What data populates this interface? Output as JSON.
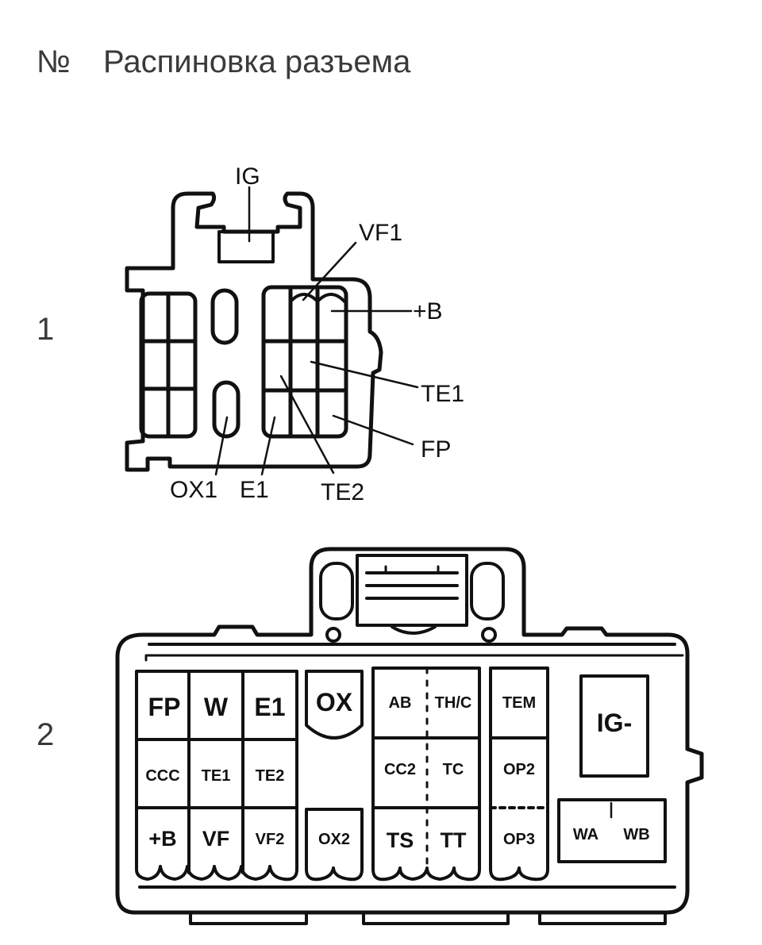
{
  "header": {
    "number": "№",
    "title": "Распиновка разъема"
  },
  "rows": [
    {
      "number": "1",
      "labels": {
        "ig": "IG",
        "vf1": "VF1",
        "plus_b": "+B",
        "te1": "TE1",
        "fp": "FP",
        "ox1": "OX1",
        "e1": "E1",
        "te2": "TE2"
      }
    },
    {
      "number": "2",
      "cells": {
        "fp": "FP",
        "w": "W",
        "e1": "E1",
        "ox": "OX",
        "ab": "AB",
        "th_c": "TH/C",
        "tem": "TEM",
        "ig_minus": "IG-",
        "ccc": "CCC",
        "te1": "TE1",
        "te2": "TE2",
        "cc2": "CC2",
        "tc": "TC",
        "op2": "OP2",
        "plus_b": "+B",
        "vf": "VF",
        "vf2": "VF2",
        "ox2": "OX2",
        "ts": "TS",
        "tt": "TT",
        "op3": "OP3",
        "wa": "WA",
        "wb": "WB"
      }
    }
  ]
}
